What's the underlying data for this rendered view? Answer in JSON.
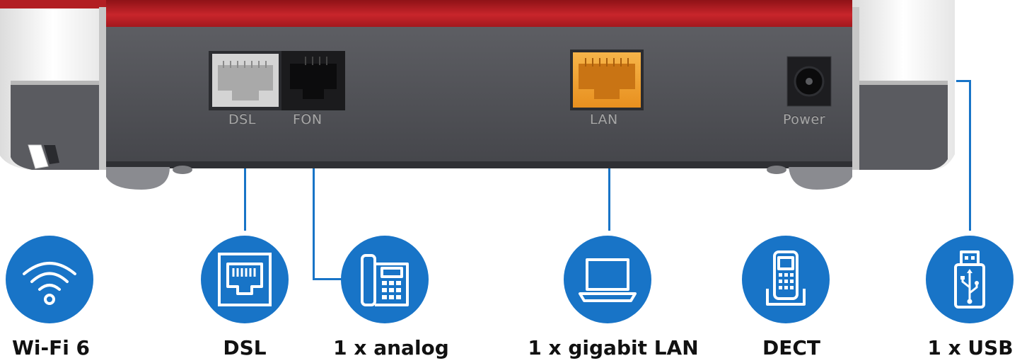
{
  "router": {
    "ports": [
      {
        "key": "dsl",
        "label": "DSL"
      },
      {
        "key": "fon",
        "label": "FON"
      },
      {
        "key": "lan",
        "label": "LAN"
      },
      {
        "key": "power",
        "label": "Power"
      }
    ]
  },
  "features": [
    {
      "key": "wifi",
      "label": "Wi-Fi 6",
      "icon": "wifi-icon"
    },
    {
      "key": "dsl",
      "label": "DSL",
      "icon": "ethernet-port-icon"
    },
    {
      "key": "analog",
      "label": "1 x analog",
      "icon": "desk-phone-icon"
    },
    {
      "key": "lan",
      "label": "1 x gigabit LAN",
      "icon": "laptop-icon"
    },
    {
      "key": "dect",
      "label": "DECT",
      "icon": "cordless-phone-icon"
    },
    {
      "key": "usb",
      "label": "1 x USB",
      "icon": "usb-stick-icon"
    }
  ],
  "colors": {
    "accent": "#1874c7",
    "housing_red": "#b21e23",
    "housing_grey": "#54555a",
    "lan_port": "#f0a02c"
  }
}
